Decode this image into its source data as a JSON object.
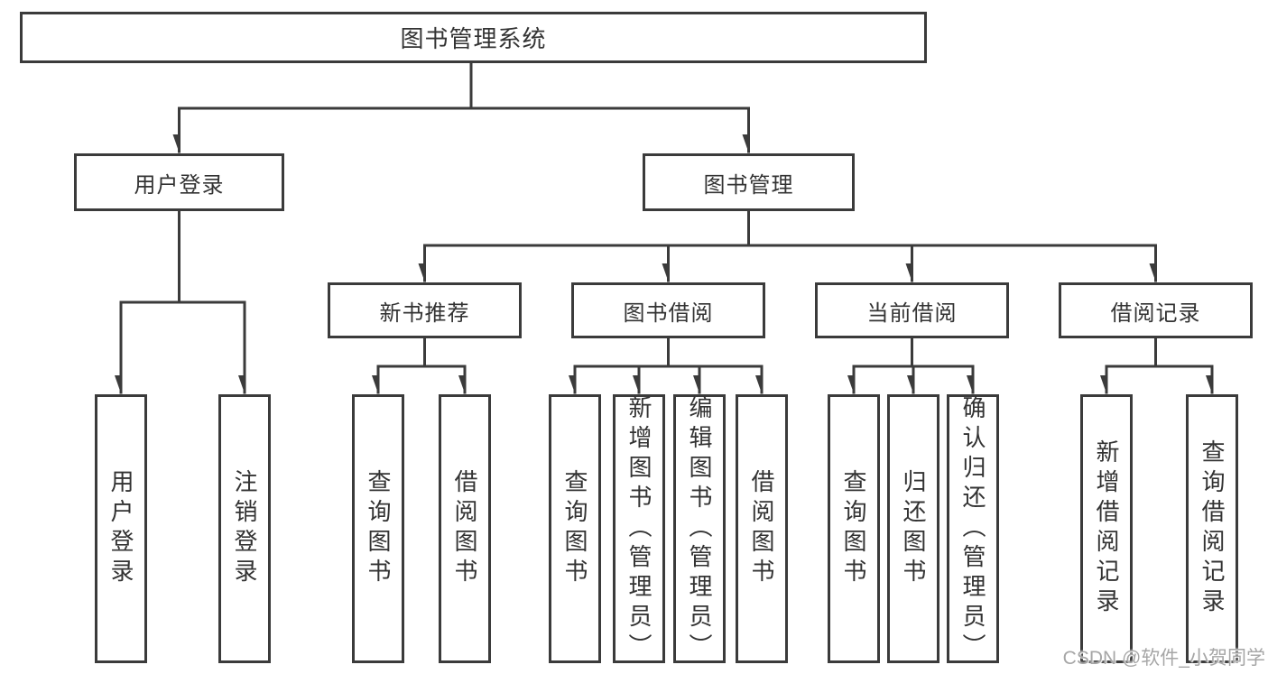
{
  "watermark": "CSDN @软件_小贺同学",
  "colors": {
    "line": "#3b3b3b",
    "text": "#333333",
    "background": "#ffffff",
    "watermark": "#a6a6a6"
  },
  "tree": {
    "root": {
      "label": "图书管理系统"
    },
    "branches": [
      {
        "label": "用户登录",
        "children": [
          {
            "label": "用户登录"
          },
          {
            "label": "注销登录"
          }
        ]
      },
      {
        "label": "图书管理",
        "groups": [
          {
            "label": "新书推荐",
            "children": [
              {
                "label": "查询图书"
              },
              {
                "label": "借阅图书"
              }
            ]
          },
          {
            "label": "图书借阅",
            "children": [
              {
                "label": "查询图书"
              },
              {
                "label": "新增图书（管理员）"
              },
              {
                "label": "编辑图书（管理员）"
              },
              {
                "label": "借阅图书"
              }
            ]
          },
          {
            "label": "当前借阅",
            "children": [
              {
                "label": "查询图书"
              },
              {
                "label": "归还图书"
              },
              {
                "label": "确认归还（管理员）"
              }
            ]
          },
          {
            "label": "借阅记录",
            "children": [
              {
                "label": "新增借阅记录"
              },
              {
                "label": "查询借阅记录"
              }
            ]
          }
        ]
      }
    ]
  }
}
